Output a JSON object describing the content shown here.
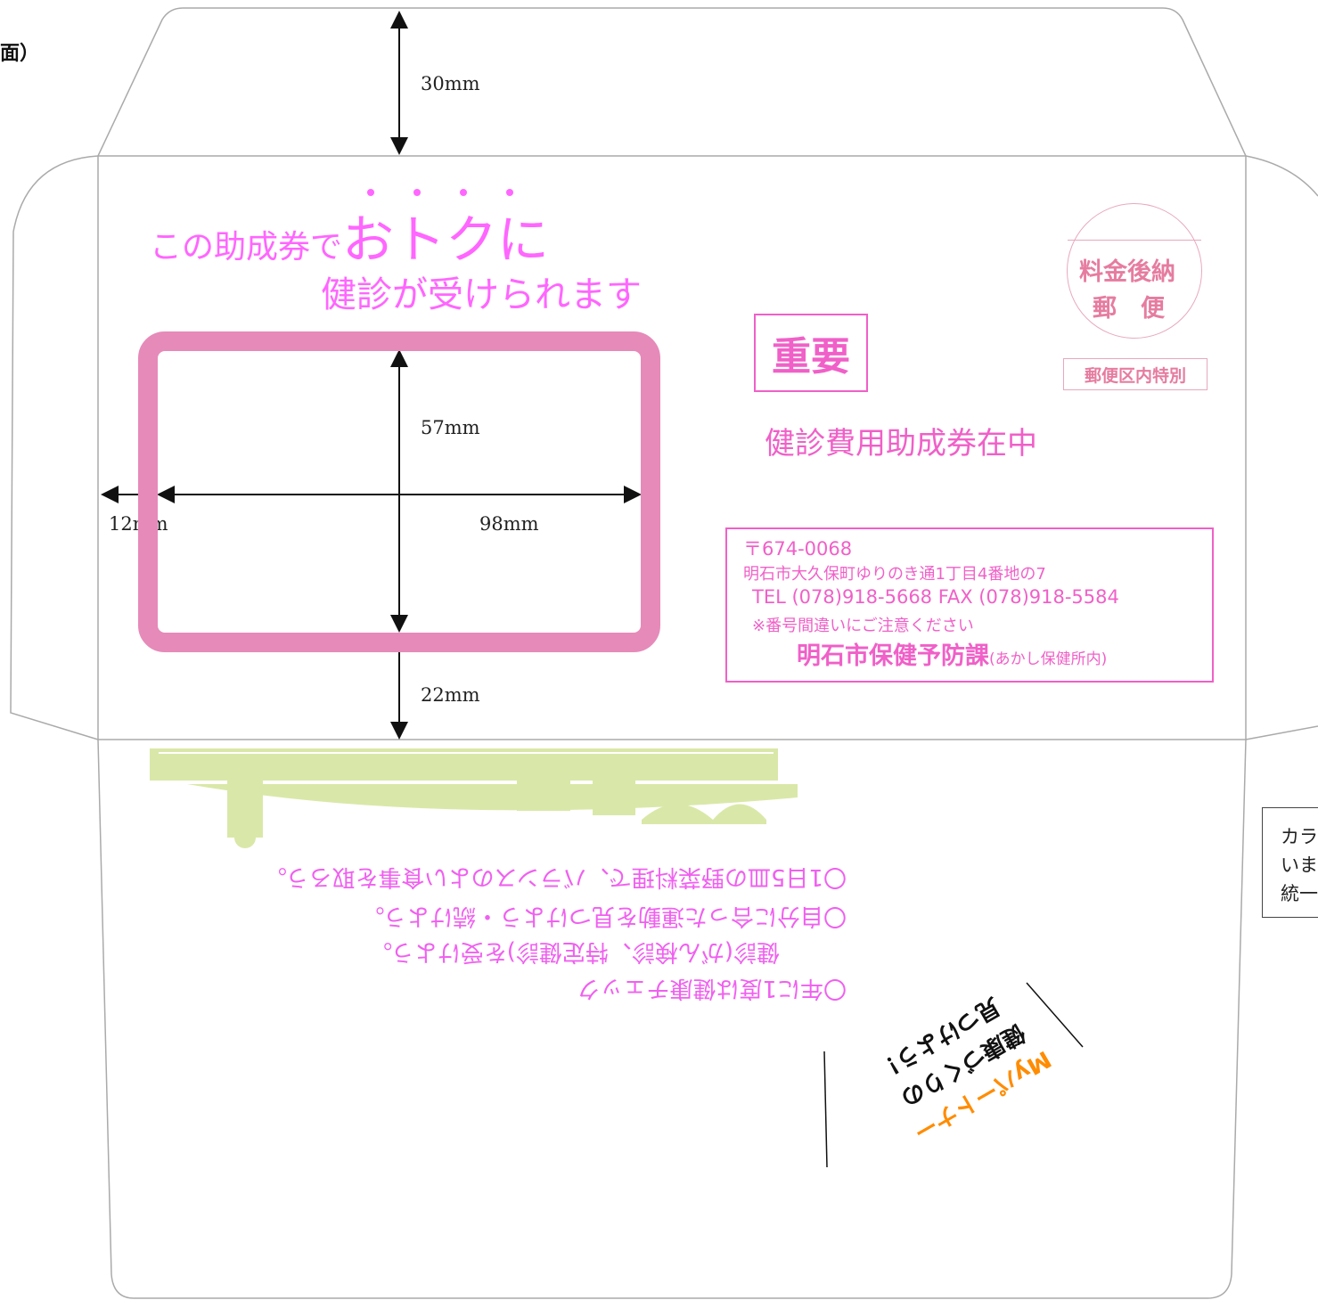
{
  "header": {
    "page_label": "面）"
  },
  "dimensions": {
    "top_flap": "30mm",
    "window_height": "57mm",
    "side_margin": "12mm",
    "window_width": "98mm",
    "bottom_margin": "22mm"
  },
  "headline": {
    "line1_prefix": "この助成券で",
    "line1_emphasis": "おトクに",
    "line2": "健診が受けられます"
  },
  "important_label": "重要",
  "enclosure_text": "健診費用助成券在中",
  "postage_stamp": {
    "line1": "料金後納",
    "line2": "郵　便",
    "box_text": "郵便区内特別"
  },
  "sender": {
    "postal_code": "〒674-0068",
    "address": "明石市大久保町ゆりのき通1丁目4番地の7",
    "phone_fax": "TEL (078)918-5668  FAX (078)918-5584",
    "caution": "※番号間違いにご注意ください",
    "department": "明石市保健予防課",
    "department_note": "(あかし保健所内)"
  },
  "health_tips": [
    "〇1日5皿の野菜料理で、バランスのよい食事を取ろう。",
    "〇自分に合った運動を見つけよう・続けよう。",
    "健診(がん検診、特定健診)を受けよう。",
    "〇年に1度は健康チェック"
  ],
  "partner_tag": {
    "line1": "Myパートナー",
    "line2": "健康づくりの",
    "line3": "見つけよう！"
  },
  "side_note": {
    "line1": "カラ",
    "line2": "いま",
    "line3": "統一"
  },
  "colors": {
    "pink_text": "#ff66ff",
    "window_border": "#e68ab9",
    "orange": "#ff8c00",
    "illustration_green": "#d9e8a8"
  }
}
